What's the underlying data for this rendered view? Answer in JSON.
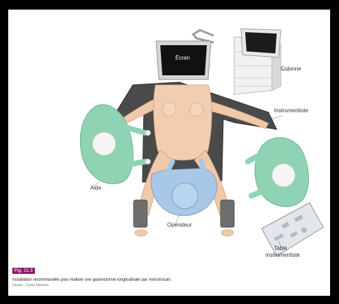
{
  "labels": {
    "screen": "Écran",
    "column": "Colonne",
    "instrumentalist": "Instrumentiste",
    "assistant": "Aide",
    "operator": "Opérateur",
    "instrument_table_line1": "Table",
    "instrument_table_line2": "instrumentiste"
  },
  "caption": {
    "number": "Fig. 11.3",
    "text": "Installation recommandée pour réaliser une gastrectomie longitudinale par monotrocart.",
    "credit": "Dessin : Cyrille Martinet."
  },
  "colors": {
    "frame": "#000000",
    "gown_green": "#8fd3b4",
    "gown_blue": "#a9c8e8",
    "skin": "#f0c9a8",
    "table_dark": "#4a4a4a",
    "caption_badge": "#8a1a6e"
  }
}
